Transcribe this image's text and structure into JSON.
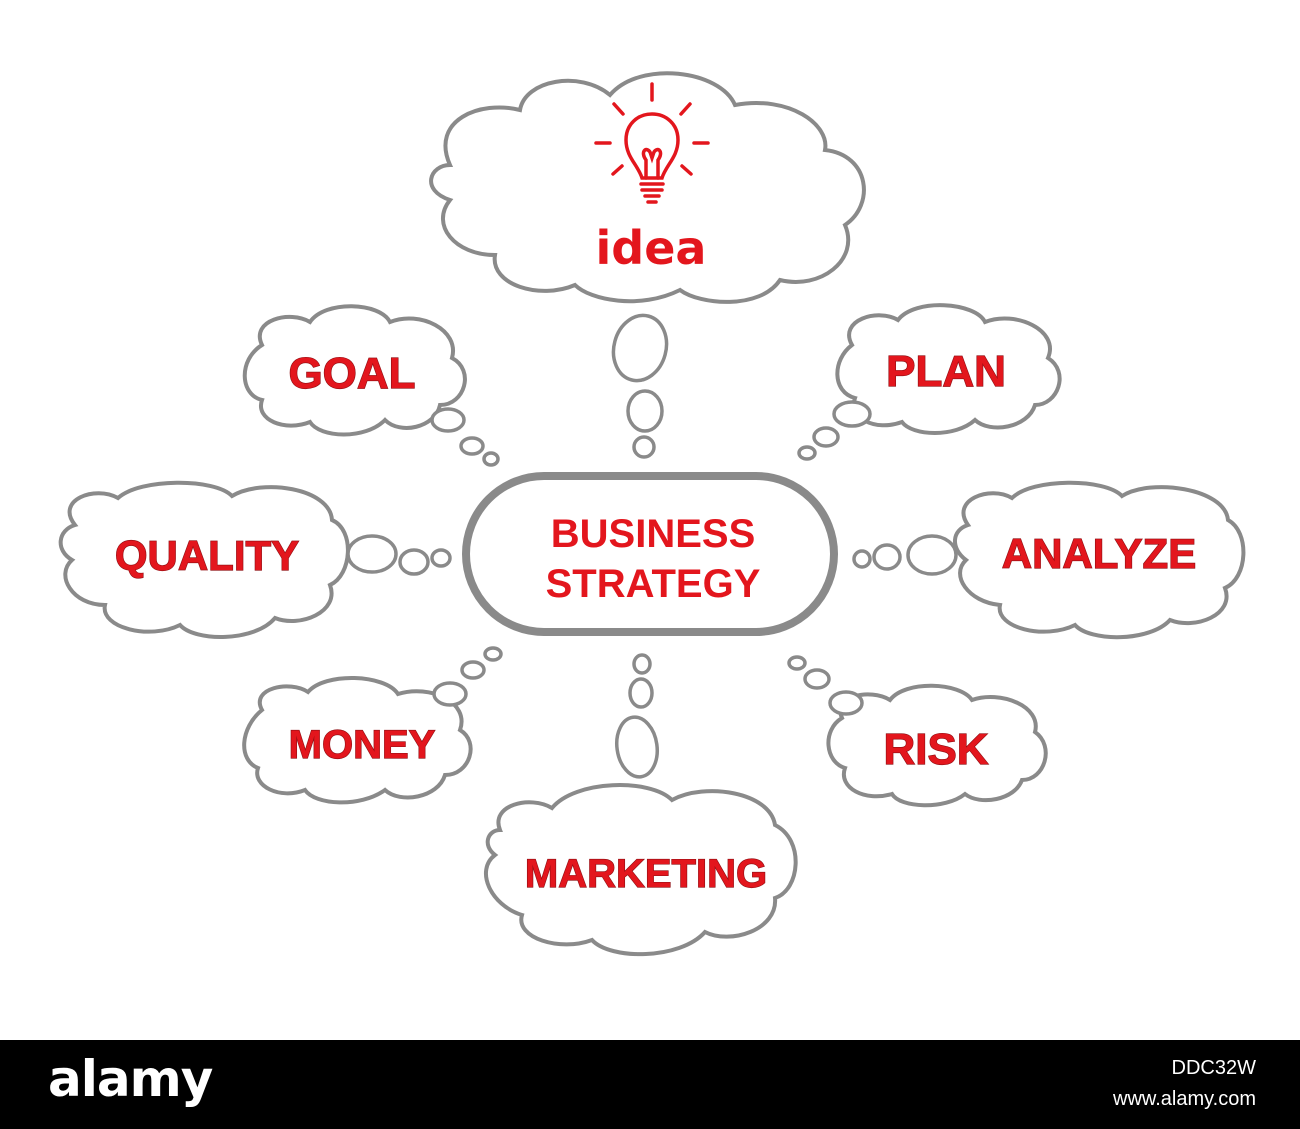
{
  "diagram": {
    "center": {
      "line1": "BUSINESS",
      "line2": "STRATEGY"
    },
    "idea": "idea",
    "nodes": {
      "goal": "GOAL",
      "plan": "PLAN",
      "quality": "QUALITY",
      "analyze": "ANALYZE",
      "money": "MONEY",
      "risk": "RISK",
      "marketing": "MARKETING"
    },
    "colors": {
      "text": "#e3161d",
      "outline": "#8a8a8a",
      "background": "#ffffff"
    }
  },
  "footer": {
    "logo": "alamy",
    "image_id": "DDC32W",
    "url": "www.alamy.com"
  }
}
